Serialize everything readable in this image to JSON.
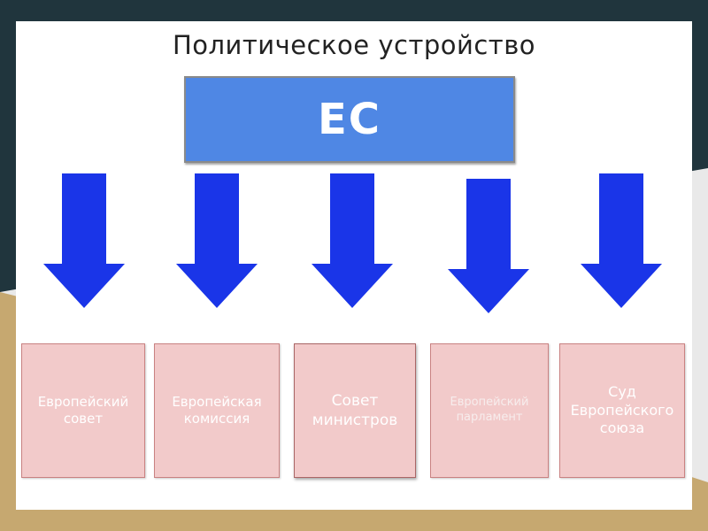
{
  "slide": {
    "title": "Политическое устройство",
    "main_box_label": "ЕС"
  },
  "bodies": [
    {
      "label": "Европейский\nсовет"
    },
    {
      "label": "Европейская\nкомиссия"
    },
    {
      "label": "Совет\nминистров"
    },
    {
      "label": "Европейский\nпарламент"
    },
    {
      "label": "Суд\nЕвропейского\nсоюза"
    }
  ],
  "colors": {
    "background_dark": "#20353d",
    "background_gold": "#c6a870",
    "main_box": "#4f87e4",
    "arrow": "#1a35e8",
    "org_box": "#f2caca"
  },
  "icons": [
    "down-arrow-icon"
  ]
}
